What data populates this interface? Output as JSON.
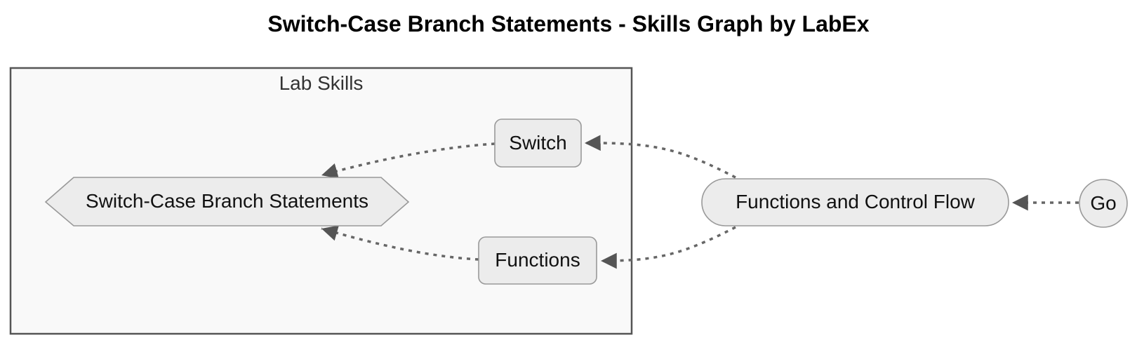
{
  "title": "Switch-Case Branch Statements - Skills Graph by LabEx",
  "cluster": {
    "label": "Lab Skills"
  },
  "nodes": {
    "switch_case": {
      "label": "Switch-Case Branch Statements",
      "shape": "hexagon"
    },
    "switch": {
      "label": "Switch",
      "shape": "rounded-rect"
    },
    "functions": {
      "label": "Functions",
      "shape": "rounded-rect"
    },
    "fcf": {
      "label": "Functions and Control Flow",
      "shape": "stadium"
    },
    "go": {
      "label": "Go",
      "shape": "circle"
    }
  },
  "edges": [
    {
      "from": "Switch",
      "to": "Switch-Case Branch Statements",
      "style": "dotted-arrow"
    },
    {
      "from": "Functions",
      "to": "Switch-Case Branch Statements",
      "style": "dotted-arrow"
    },
    {
      "from": "Functions and Control Flow",
      "to": "Switch",
      "style": "dotted-arrow"
    },
    {
      "from": "Functions and Control Flow",
      "to": "Functions",
      "style": "dotted-arrow"
    },
    {
      "from": "Go",
      "to": "Functions and Control Flow",
      "style": "dotted-arrow"
    }
  ],
  "colors": {
    "node_fill": "#ececec",
    "node_border": "#999999",
    "cluster_fill": "#f9f9f9",
    "cluster_border": "#555555",
    "edge": "#666666",
    "arrowhead": "#555555",
    "text": "#111111"
  }
}
